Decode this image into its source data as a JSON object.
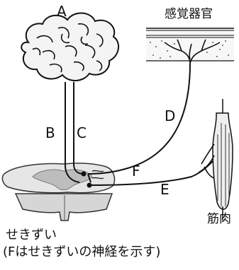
{
  "labels": {
    "A": "A",
    "B": "B",
    "C": "C",
    "D": "D",
    "E": "E",
    "F": "F"
  },
  "sense_organ": "感覚器官",
  "muscle": "筋肉",
  "spinal_cord": "せきずい",
  "note": "(Fはせきずいの神経を示す)"
}
